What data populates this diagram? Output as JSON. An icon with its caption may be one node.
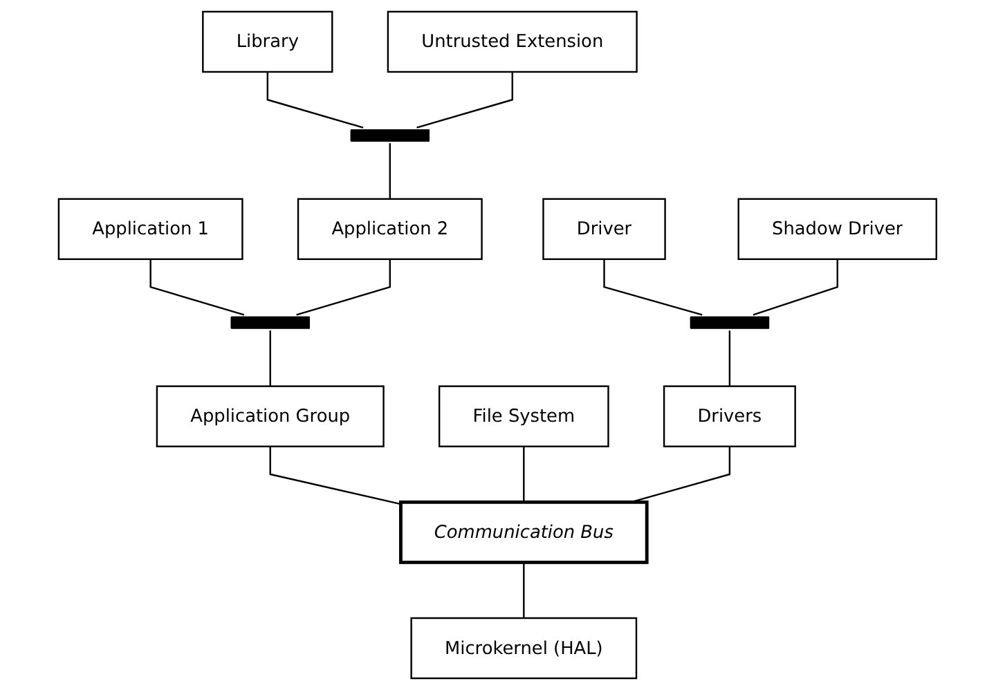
{
  "diagram": {
    "nodes": [
      {
        "text": [
          "Library"
        ]
      },
      {
        "text": [
          "Untrusted Extension"
        ]
      },
      {
        "text": [],
        "shape": "bar"
      },
      {
        "text": [
          "Application 1"
        ]
      },
      {
        "text": [
          "Application 2"
        ]
      },
      {
        "text": [
          "Driver"
        ]
      },
      {
        "text": [
          "Shadow Driver"
        ]
      },
      {
        "text": [],
        "shape": "bar"
      },
      {
        "text": [],
        "shape": "bar"
      },
      {
        "text": [
          "Application Group"
        ]
      },
      {
        "text": [
          "File System"
        ]
      },
      {
        "text": [
          "Drivers"
        ]
      },
      {
        "text": [
          "Communication Bus"
        ]
      },
      {
        "text": [
          "Microkernel (HAL)"
        ]
      }
    ],
    "edges": [
      {
        "from": 0,
        "to": 2,
        "arrow": "none"
      },
      {
        "from": 1,
        "to": 2,
        "arrow": "none"
      },
      {
        "from": 2,
        "to": 4,
        "arrow": "none"
      },
      {
        "from": 3,
        "to": 7,
        "arrow": "none"
      },
      {
        "from": 4,
        "to": 7,
        "arrow": "none"
      },
      {
        "from": 7,
        "to": 9,
        "arrow": "none"
      },
      {
        "from": 5,
        "to": 8,
        "arrow": "none"
      },
      {
        "from": 6,
        "to": 8,
        "arrow": "none"
      },
      {
        "from": 8,
        "to": 11,
        "arrow": "none"
      },
      {
        "from": 9,
        "to": 12,
        "arrow": "none"
      },
      {
        "from": 10,
        "to": 12,
        "arrow": "none"
      },
      {
        "from": 11,
        "to": 12,
        "arrow": "none"
      },
      {
        "from": 12,
        "to": 13,
        "arrow": "none"
      }
    ]
  }
}
